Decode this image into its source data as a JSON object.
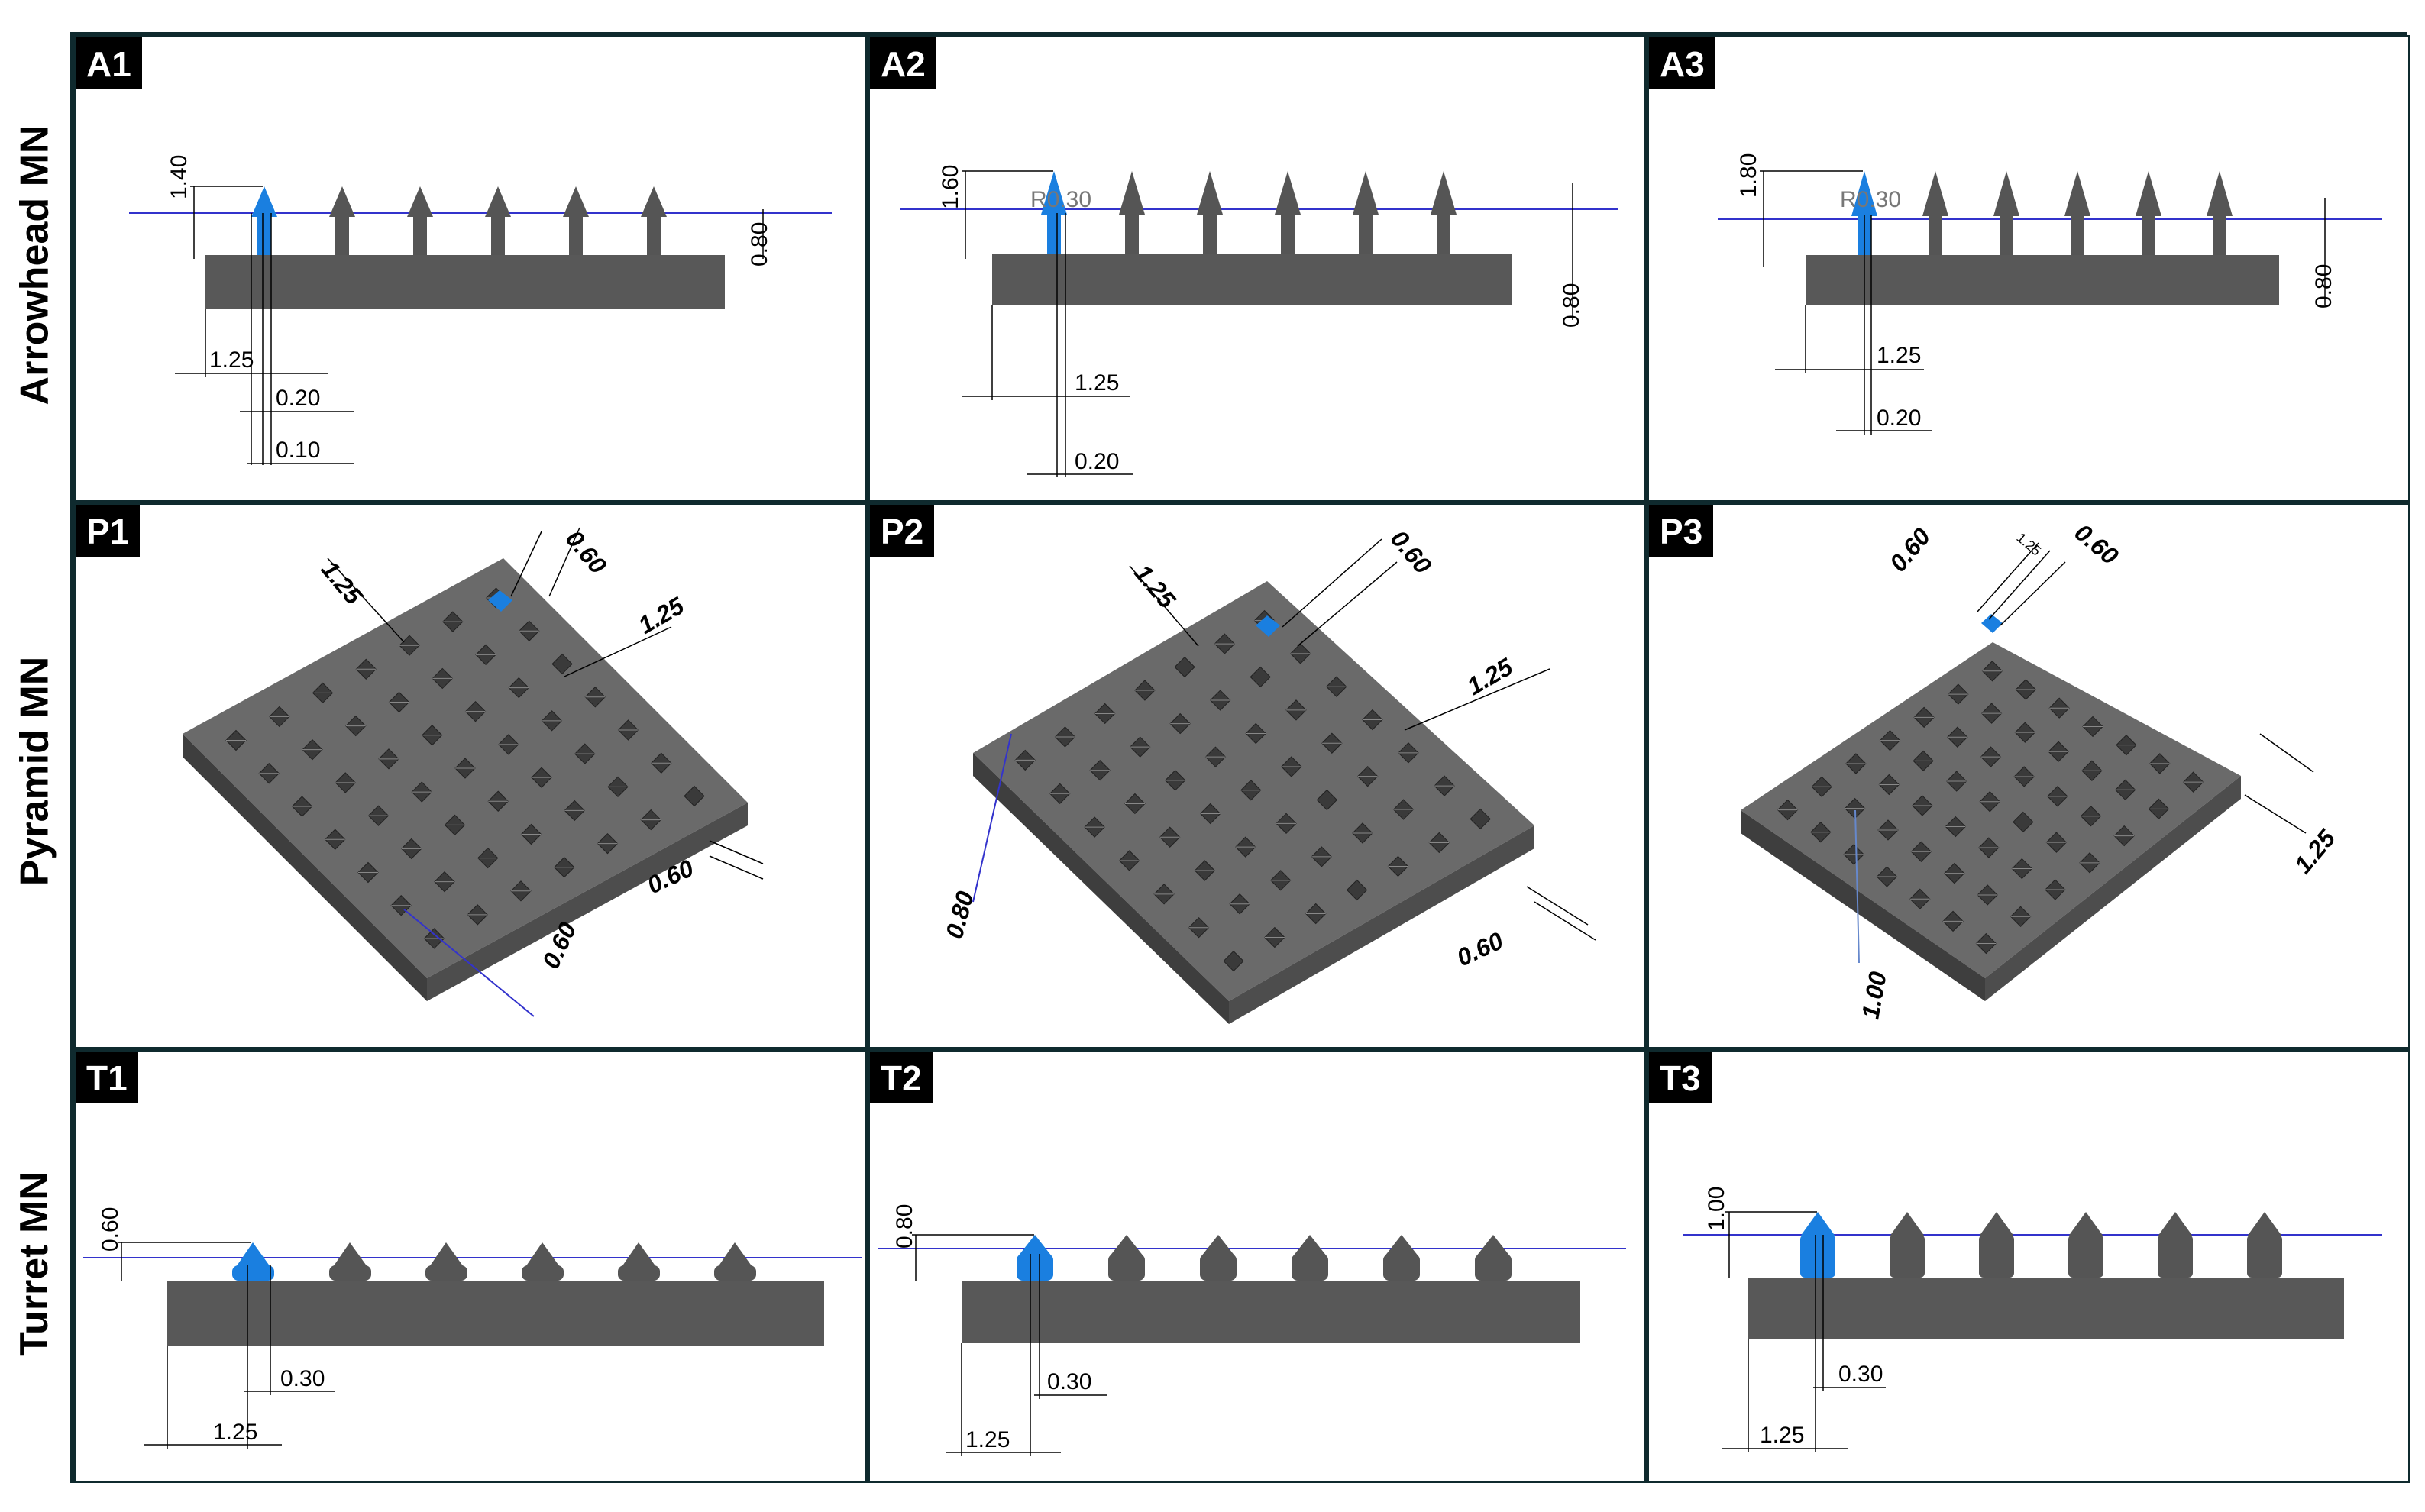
{
  "rows": [
    {
      "label": "Arrowhead MN"
    },
    {
      "label": "Pyramid MN"
    },
    {
      "label": "Turret MN"
    }
  ],
  "panels": {
    "A1": {
      "tag": "A1",
      "dims": {
        "height": "1.40",
        "base": "0.80",
        "pitch": "1.25",
        "d1": "0.20",
        "d2": "0.10"
      }
    },
    "A2": {
      "tag": "A2",
      "dims": {
        "height": "1.60",
        "radius": "R0.30",
        "base": "0.80",
        "pitch": "1.25",
        "d1": "0.20"
      }
    },
    "A3": {
      "tag": "A3",
      "dims": {
        "height": "1.80",
        "radius": "R0.30",
        "base": "0.80",
        "pitch": "1.25",
        "d1": "0.20"
      }
    },
    "P1": {
      "tag": "P1",
      "dims": {
        "pitch_a": "1.25",
        "width_a": "0.60",
        "pitch_b": "1.25",
        "width_b": "0.60",
        "height": "0.60"
      }
    },
    "P2": {
      "tag": "P2",
      "dims": {
        "pitch_a": "1.25",
        "width_a": "0.60",
        "pitch_b": "1.25",
        "width_b": "0.60",
        "height": "0.80"
      }
    },
    "P3": {
      "tag": "P3",
      "dims": {
        "width_a": "0.60",
        "pitch_a": "1.25",
        "width_b": "0.60",
        "pitch_b": "1.25",
        "height": "1.00"
      }
    },
    "T1": {
      "tag": "T1",
      "dims": {
        "height": "0.60",
        "diameter": "0.30",
        "pitch": "1.25"
      }
    },
    "T2": {
      "tag": "T2",
      "dims": {
        "height": "0.80",
        "diameter": "0.30",
        "pitch": "1.25"
      }
    },
    "T3": {
      "tag": "T3",
      "dims": {
        "height": "1.00",
        "diameter": "0.30",
        "pitch": "1.25"
      }
    }
  },
  "colors": {
    "highlight": "#1a7fe0",
    "body": "#585858",
    "line": "#3333cc",
    "border": "#0f2a2e"
  }
}
